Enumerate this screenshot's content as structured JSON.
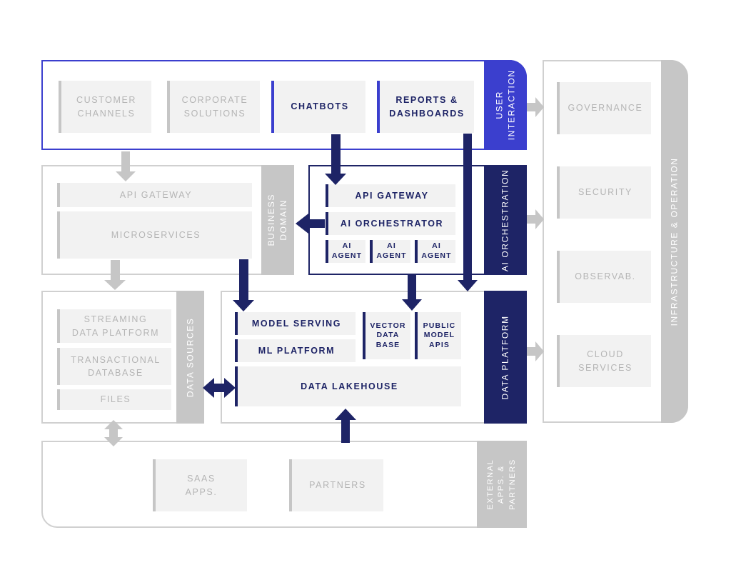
{
  "user_interaction": {
    "label": "USER\nINTERACTION",
    "customer_channels": "CUSTOMER\nCHANNELS",
    "corporate_solutions": "CORPORATE\nSOLUTIONS",
    "chatbots": "CHATBOTS",
    "reports_dashboards": "REPORTS &\nDASHBOARDS"
  },
  "business_domain": {
    "label": "BUSINESS\nDOMAIN",
    "api_gateway": "API GATEWAY",
    "microservices": "MICROSERVICES"
  },
  "ai_orchestration": {
    "label": "AI ORCHESTRATION",
    "api_gateway": "API GATEWAY",
    "orchestrator": "AI ORCHESTRATOR",
    "agents": [
      "AI\nAGENT",
      "AI\nAGENT",
      "AI\nAGENT"
    ]
  },
  "data_sources": {
    "label": "DATA SOURCES",
    "streaming": "STREAMING\nDATA PLATFORM",
    "transactional": "TRANSACTIONAL\nDATABASE",
    "files": "FILES"
  },
  "data_platform": {
    "label": "DATA PLATFORM",
    "model_serving": "MODEL SERVING",
    "ml_platform": "ML PLATFORM",
    "vector_db": "VECTOR\nDATA\nBASE",
    "public_apis": "PUBLIC\nMODEL\nAPIS",
    "lakehouse": "DATA LAKEHOUSE"
  },
  "external": {
    "label": "EXTERNAL\nAPPS. &\nPARTNERS",
    "saas": "SAAS\nAPPS.",
    "partners": "PARTNERS"
  },
  "infrastructure": {
    "label": "INFRASTRUCTURE & OPERATION",
    "governance": "GOVERNANCE",
    "security": "SECURITY",
    "observability": "OBSERVAB.",
    "cloud": "CLOUD\nSERVICES"
  },
  "colors": {
    "dark_navy": "#1e2466",
    "accent_blue": "#3b3fce",
    "grey": "#c6c6c6",
    "light_grey": "#f2f2f2"
  }
}
